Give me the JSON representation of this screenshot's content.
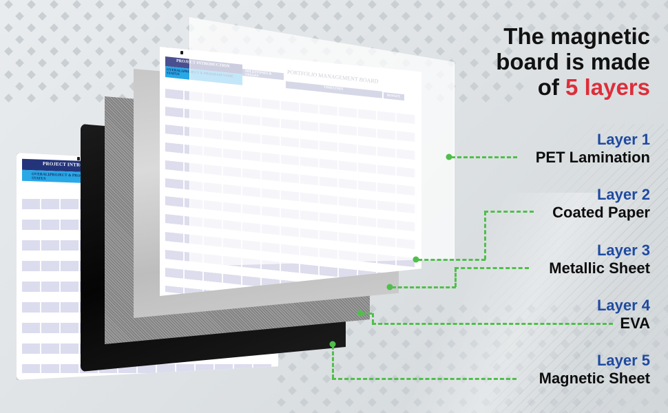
{
  "headline": {
    "line1": "The magnetic",
    "line2": "board is made",
    "line3_prefix": "of ",
    "line3_accent": "5 layers"
  },
  "colors": {
    "accent_red": "#dd2e3a",
    "layer_number_blue": "#1f4aa0",
    "leader_green": "#4fbf4a",
    "text_black": "#0d0d0d"
  },
  "layers": [
    {
      "number": "Layer 1",
      "name": "PET Lamination"
    },
    {
      "number": "Layer 2",
      "name": "Coated Paper"
    },
    {
      "number": "Layer 3",
      "name": "Metallic Sheet"
    },
    {
      "number": "Layer 4",
      "name": "EVA"
    },
    {
      "number": "Layer 5",
      "name": "Magnetic Sheet"
    }
  ],
  "board": {
    "header": "PROJECT INTRODUCTION",
    "col_overall_status": "OVERALL STATUS",
    "col_project_name": "PROJECT & PROGRAM NAME",
    "milestones": "MILESTONES & STAGES",
    "title": "PORTFOLIO MANAGEMENT BOARD",
    "timelines": "TIMELINES",
    "budget": "BUDGET"
  }
}
